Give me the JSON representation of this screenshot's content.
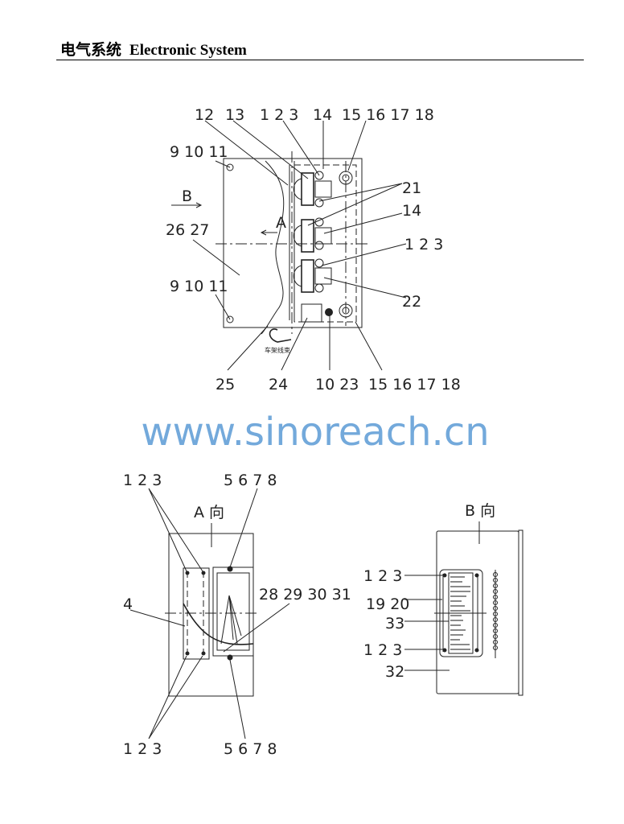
{
  "header": {
    "title_cn": "电气系统",
    "title_en": "Electronic System"
  },
  "top_view": {
    "labels": {
      "l12": "12",
      "l13": "13",
      "l123_top": "1 2 3",
      "l14_top": "14",
      "l15_18_top": "15 16 17 18",
      "l9_11_top": "9 10 11",
      "l9_11_bottom": "9 10 11",
      "lB": "B",
      "l26_27": "26 27",
      "lA": "A",
      "l21": "21",
      "l14_mid": "14",
      "l123_mid": "1 2 3",
      "l22": "22",
      "l25": "25",
      "l24": "24",
      "l10_23": "10 23",
      "l15_18_bottom": "15 16 17 18",
      "harness": "车架线束"
    }
  },
  "view_a": {
    "title": "A 向",
    "labels": {
      "l123_top": "1 2 3",
      "l5_8_top": "5 6 7 8",
      "l4": "4",
      "l28_31": "28 29 30 31",
      "l123_bottom": "1 2 3",
      "l5_8_bottom": "5 6 7 8"
    }
  },
  "view_b": {
    "title": "B 向",
    "labels": {
      "l123_top": "1 2 3",
      "l19_20": "19 20",
      "l33": "33",
      "l123_bottom": "1 2 3",
      "l32": "32"
    }
  },
  "watermark": "www.sinoreach.cn"
}
